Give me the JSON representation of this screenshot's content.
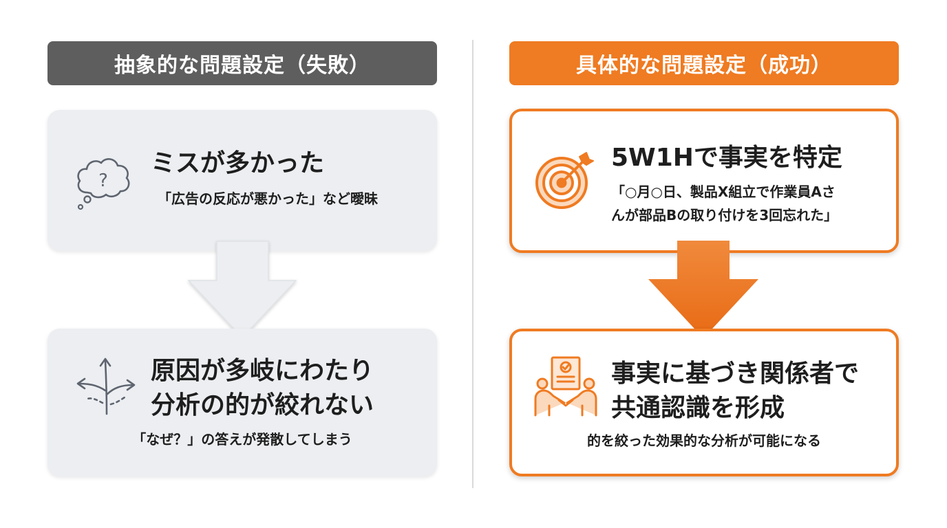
{
  "left_column": {
    "header": "抽象的な問題設定（失敗）",
    "top_card": {
      "title": "ミスが多かった",
      "subtitle": "「広告の反応が悪かった」など曖昧",
      "icon": "thought-bubble-question-icon"
    },
    "bottom_card": {
      "title_line1": "原因が多岐にわたり",
      "title_line2": "分析の的が絞れない",
      "subtitle": "「なぜ？」の答えが発散してしまう",
      "icon": "diverging-arrows-icon"
    }
  },
  "right_column": {
    "header": "具体的な問題設定（成功）",
    "top_card": {
      "title": "5W1Hで事実を特定",
      "subtitle_line1": "「○月○日、製品X組立で作業員Aさ",
      "subtitle_line2": "んが部品Bの取り付けを3回忘れた」",
      "icon": "target-arrow-icon"
    },
    "bottom_card": {
      "title_line1": "事実に基づき関係者で",
      "title_line2": "共通認識を形成",
      "subtitle": "的を絞った効果的な分析が可能になる",
      "icon": "agreement-handshake-icon"
    }
  },
  "colors": {
    "gray_header": "#5e5e5e",
    "orange_accent": "#ef7b22",
    "gray_card": "#eceef1"
  }
}
